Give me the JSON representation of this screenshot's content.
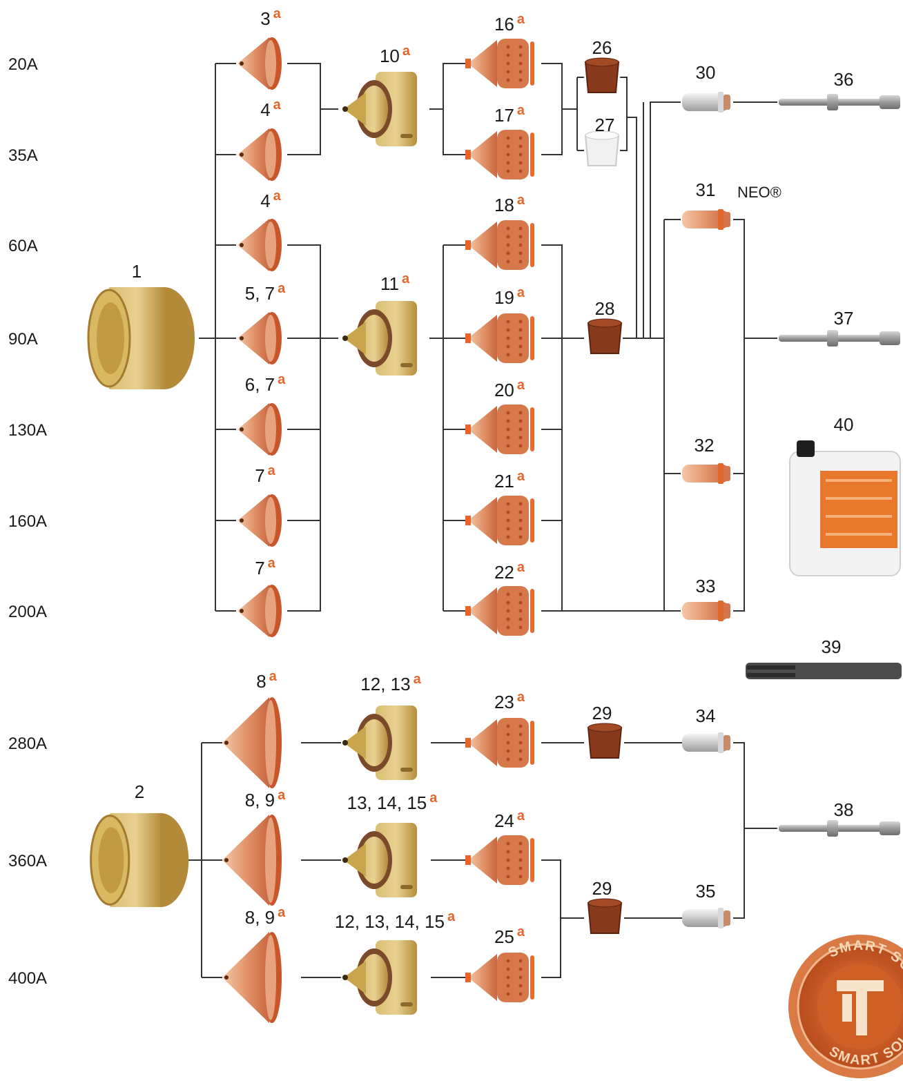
{
  "colors": {
    "accent": "#e8642a",
    "copper": "#e2946a",
    "brass": "#c9a64d",
    "line": "#333333"
  },
  "amperages": [
    "20A",
    "35A",
    "60A",
    "90A",
    "130A",
    "160A",
    "200A",
    "280A",
    "360A",
    "400A"
  ],
  "superscript": "a",
  "neo_label": "NEO®",
  "logo": {
    "text_top": "SMART SOLUTION",
    "text_bottom": "SMART SOLUTION"
  },
  "parts": [
    {
      "id": "p1",
      "label": "1",
      "sup": false,
      "kind": "brass-cap"
    },
    {
      "id": "p2",
      "label": "2",
      "sup": false,
      "kind": "brass-cap"
    },
    {
      "id": "p3",
      "label": "3",
      "sup": true,
      "kind": "nozzle-small"
    },
    {
      "id": "p4a",
      "label": "4",
      "sup": true,
      "kind": "nozzle-small"
    },
    {
      "id": "p4b",
      "label": "4",
      "sup": true,
      "kind": "nozzle-small"
    },
    {
      "id": "p57",
      "label": "5, 7",
      "sup": true,
      "kind": "nozzle-small"
    },
    {
      "id": "p67",
      "label": "6, 7",
      "sup": true,
      "kind": "nozzle-small"
    },
    {
      "id": "p7a",
      "label": "7",
      "sup": true,
      "kind": "nozzle-small"
    },
    {
      "id": "p7b",
      "label": "7",
      "sup": true,
      "kind": "nozzle-small"
    },
    {
      "id": "p8",
      "label": "8",
      "sup": true,
      "kind": "nozzle-large"
    },
    {
      "id": "p89a",
      "label": "8, 9",
      "sup": true,
      "kind": "nozzle-large"
    },
    {
      "id": "p89b",
      "label": "8, 9",
      "sup": true,
      "kind": "nozzle-large"
    },
    {
      "id": "p10",
      "label": "10",
      "sup": true,
      "kind": "retainer"
    },
    {
      "id": "p11",
      "label": "11",
      "sup": true,
      "kind": "retainer"
    },
    {
      "id": "p1213",
      "label": "12, 13",
      "sup": true,
      "kind": "retainer"
    },
    {
      "id": "p131415",
      "label": "13, 14, 15",
      "sup": true,
      "kind": "retainer"
    },
    {
      "id": "p12131415",
      "label": "12, 13, 14, 15",
      "sup": true,
      "kind": "retainer"
    },
    {
      "id": "p16",
      "label": "16",
      "sup": true,
      "kind": "nozzle-cap"
    },
    {
      "id": "p17",
      "label": "17",
      "sup": true,
      "kind": "nozzle-cap"
    },
    {
      "id": "p18",
      "label": "18",
      "sup": true,
      "kind": "nozzle-cap"
    },
    {
      "id": "p19",
      "label": "19",
      "sup": true,
      "kind": "nozzle-cap"
    },
    {
      "id": "p20",
      "label": "20",
      "sup": true,
      "kind": "nozzle-cap"
    },
    {
      "id": "p21",
      "label": "21",
      "sup": true,
      "kind": "nozzle-cap"
    },
    {
      "id": "p22",
      "label": "22",
      "sup": true,
      "kind": "nozzle-cap"
    },
    {
      "id": "p23",
      "label": "23",
      "sup": true,
      "kind": "nozzle-cap"
    },
    {
      "id": "p24",
      "label": "24",
      "sup": true,
      "kind": "nozzle-cap"
    },
    {
      "id": "p25",
      "label": "25",
      "sup": true,
      "kind": "nozzle-cap"
    },
    {
      "id": "p26",
      "label": "26",
      "sup": false,
      "kind": "swirl-dark"
    },
    {
      "id": "p27",
      "label": "27",
      "sup": false,
      "kind": "swirl-white"
    },
    {
      "id": "p28",
      "label": "28",
      "sup": false,
      "kind": "swirl-dark"
    },
    {
      "id": "p29a",
      "label": "29",
      "sup": false,
      "kind": "swirl-dark"
    },
    {
      "id": "p29b",
      "label": "29",
      "sup": false,
      "kind": "swirl-dark"
    },
    {
      "id": "p30",
      "label": "30",
      "sup": false,
      "kind": "electrode-silver"
    },
    {
      "id": "p31",
      "label": "31",
      "sup": false,
      "kind": "electrode-copper"
    },
    {
      "id": "p32",
      "label": "32",
      "sup": false,
      "kind": "electrode-copper"
    },
    {
      "id": "p33",
      "label": "33",
      "sup": false,
      "kind": "electrode-copper"
    },
    {
      "id": "p34",
      "label": "34",
      "sup": false,
      "kind": "electrode-silver"
    },
    {
      "id": "p35",
      "label": "35",
      "sup": false,
      "kind": "electrode-silver"
    },
    {
      "id": "p36",
      "label": "36",
      "sup": false,
      "kind": "tube"
    },
    {
      "id": "p37",
      "label": "37",
      "sup": false,
      "kind": "tube"
    },
    {
      "id": "p38",
      "label": "38",
      "sup": false,
      "kind": "tube"
    },
    {
      "id": "p39",
      "label": "39",
      "sup": false,
      "kind": "tool"
    },
    {
      "id": "p40",
      "label": "40",
      "sup": false,
      "kind": "canister"
    }
  ]
}
